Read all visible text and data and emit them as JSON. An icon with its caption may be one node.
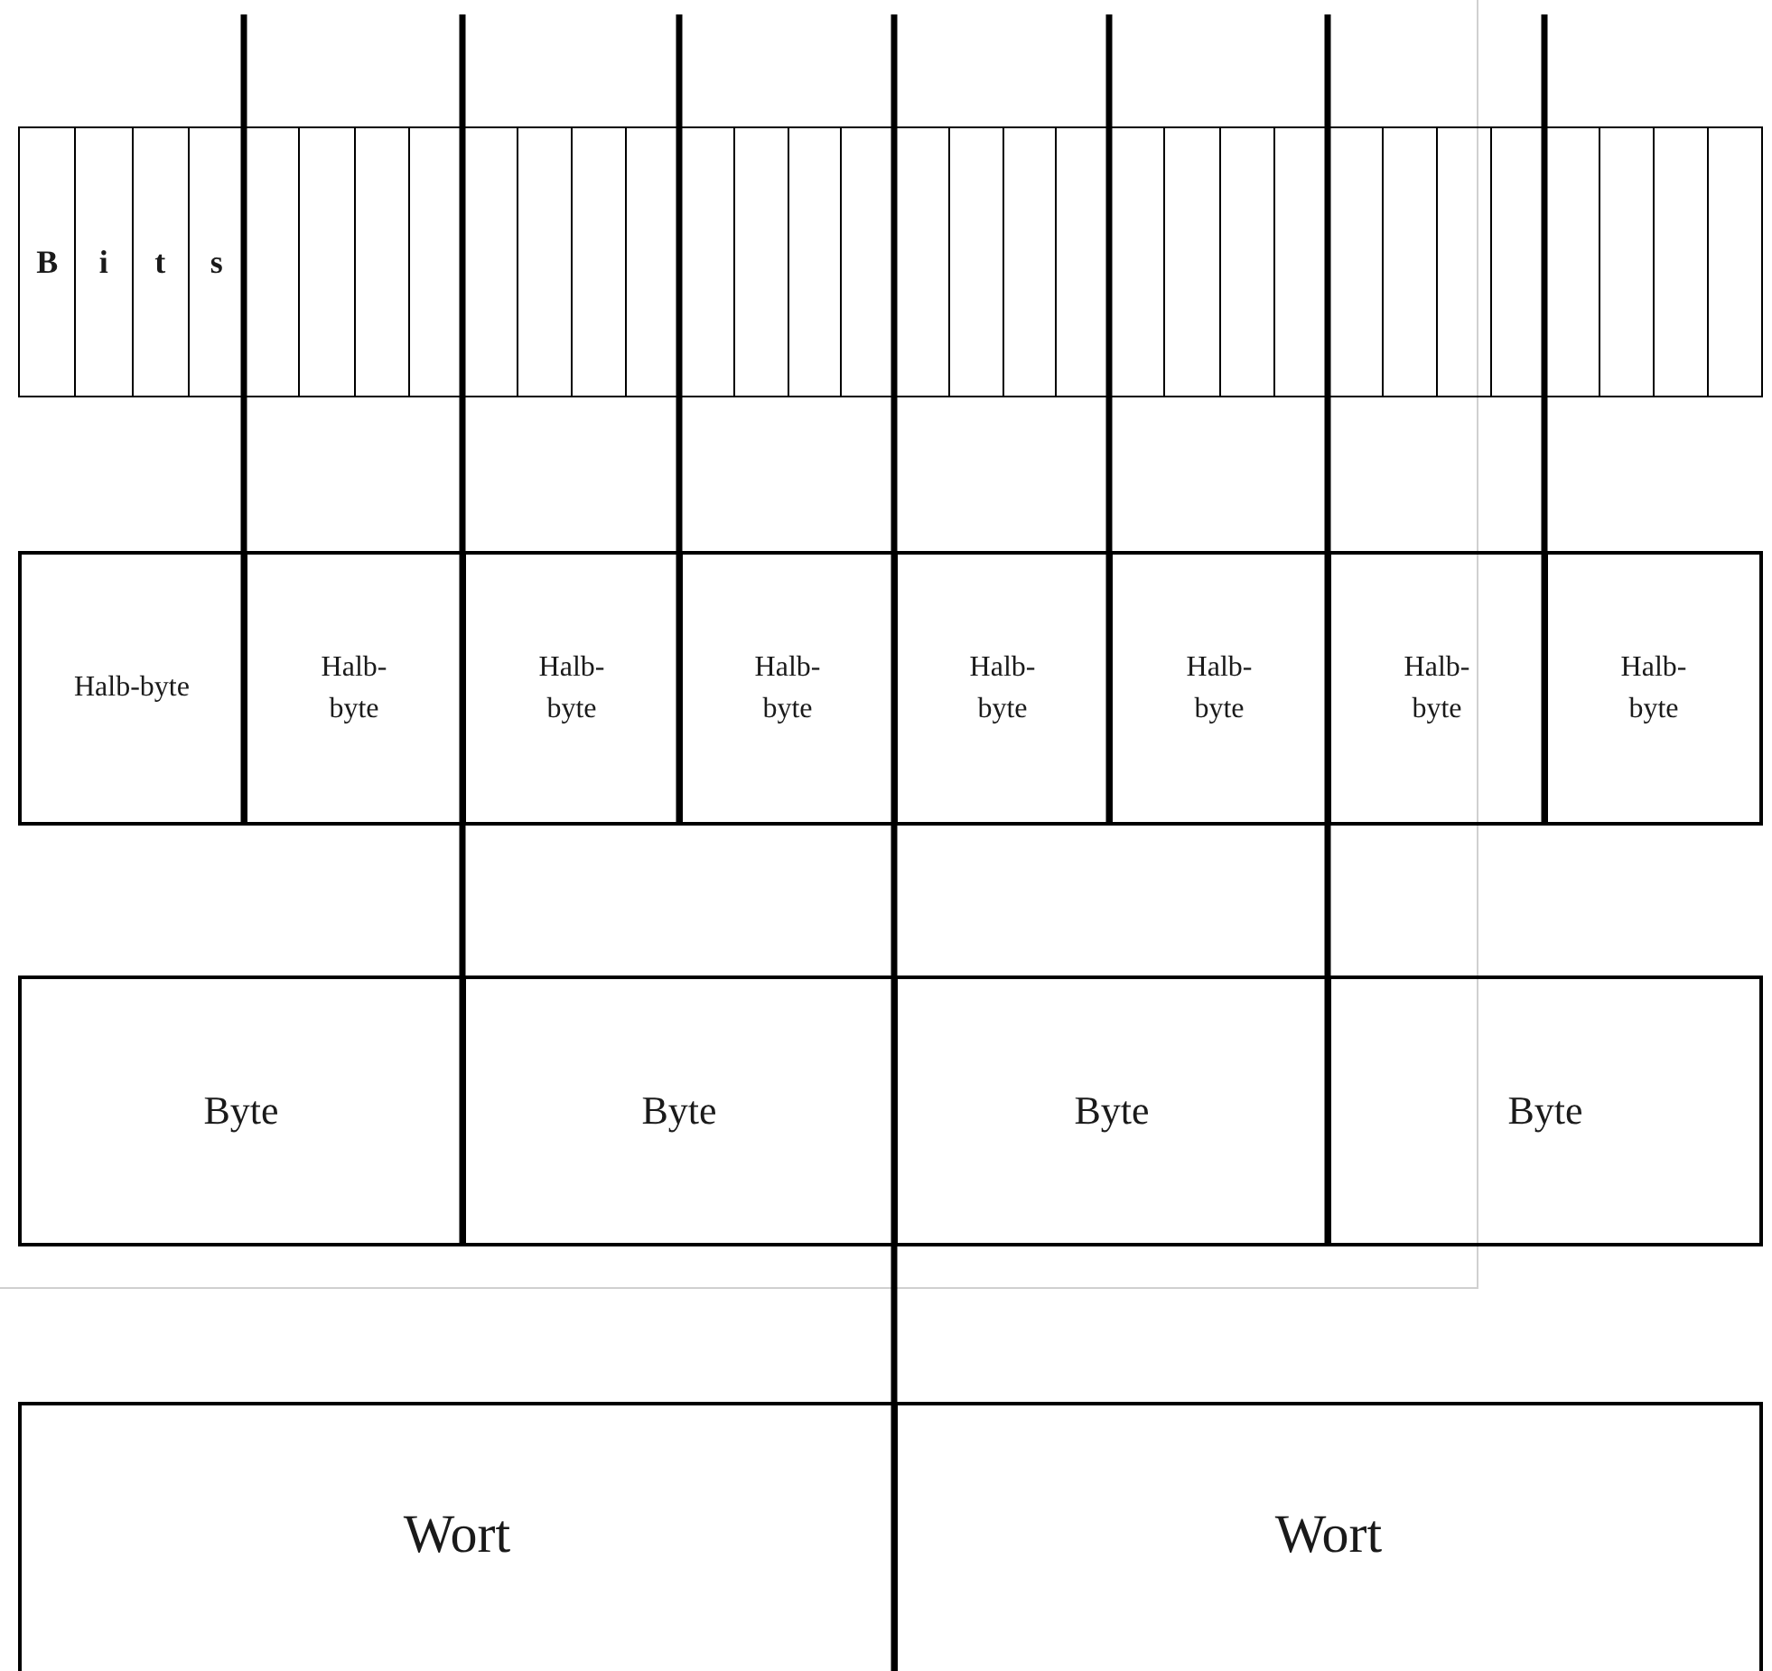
{
  "diagram": {
    "nodes": [
      {
        "text": [
          "B"
        ]
      },
      {
        "text": [
          "i"
        ]
      },
      {
        "text": [
          "t"
        ]
      },
      {
        "text": [
          "s"
        ]
      },
      {
        "text": [],
        "shape": "box"
      },
      {
        "text": [],
        "shape": "box"
      },
      {
        "text": [],
        "shape": "box"
      },
      {
        "text": [],
        "shape": "box"
      },
      {
        "text": [],
        "shape": "box"
      },
      {
        "text": [],
        "shape": "box"
      },
      {
        "text": [],
        "shape": "box"
      },
      {
        "text": [],
        "shape": "box"
      },
      {
        "text": [],
        "shape": "box"
      },
      {
        "text": [],
        "shape": "box"
      },
      {
        "text": [],
        "shape": "box"
      },
      {
        "text": [],
        "shape": "box"
      },
      {
        "text": [],
        "shape": "box"
      },
      {
        "text": [],
        "shape": "box"
      },
      {
        "text": [],
        "shape": "box"
      },
      {
        "text": [],
        "shape": "box"
      },
      {
        "text": [],
        "shape": "box"
      },
      {
        "text": [],
        "shape": "box"
      },
      {
        "text": [],
        "shape": "box"
      },
      {
        "text": [],
        "shape": "box"
      },
      {
        "text": [],
        "shape": "box"
      },
      {
        "text": [],
        "shape": "box"
      },
      {
        "text": [],
        "shape": "box"
      },
      {
        "text": [],
        "shape": "box"
      },
      {
        "text": [],
        "shape": "box"
      },
      {
        "text": [],
        "shape": "box"
      },
      {
        "text": [],
        "shape": "box"
      },
      {
        "text": [],
        "shape": "box"
      },
      {
        "text": [
          "Halb-byte"
        ]
      },
      {
        "text": [
          "Halb- byte"
        ]
      },
      {
        "text": [
          "Halb- byte"
        ]
      },
      {
        "text": [
          "Halb- byte"
        ]
      },
      {
        "text": [
          "Halb- byte"
        ]
      },
      {
        "text": [
          "Halb- byte"
        ]
      },
      {
        "text": [
          "Halb- byte"
        ]
      },
      {
        "text": [
          "Halb- byte"
        ]
      },
      {
        "text": [
          "Byte"
        ]
      },
      {
        "text": [
          "Byte"
        ]
      },
      {
        "text": [
          "Byte"
        ]
      },
      {
        "text": [
          "Byte"
        ]
      },
      {
        "text": [
          "Wort"
        ]
      },
      {
        "text": [
          "Wort"
        ]
      }
    ]
  }
}
